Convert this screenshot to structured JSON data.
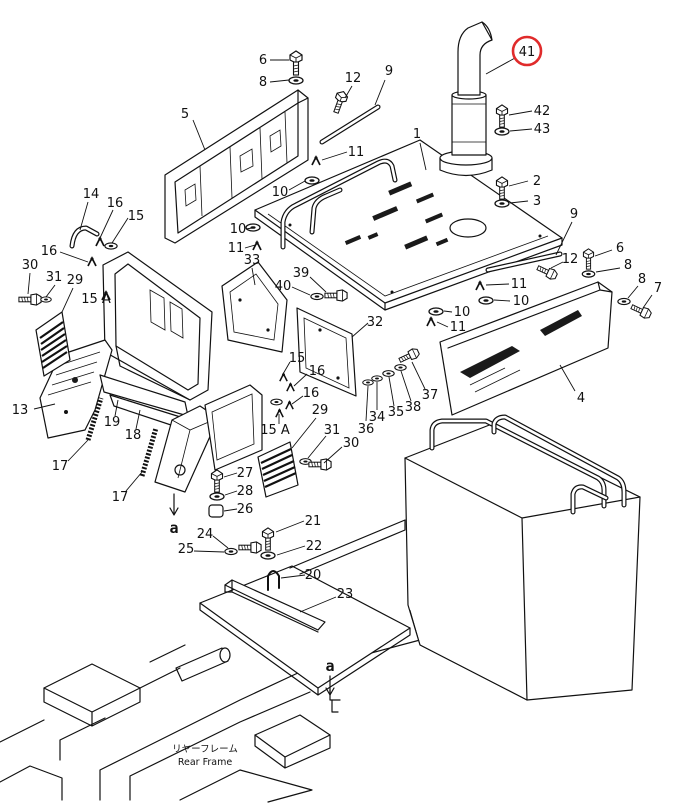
{
  "diagram": {
    "callouts": [
      "6",
      "8",
      "12",
      "9",
      "5",
      "1",
      "41",
      "42",
      "43",
      "11",
      "10",
      "2",
      "3",
      "14",
      "16",
      "15",
      "10",
      "11",
      "9",
      "16",
      "30",
      "31",
      "29",
      "15 A",
      "33",
      "39",
      "40",
      "6",
      "12",
      "8",
      "11",
      "8",
      "7",
      "10",
      "10",
      "11",
      "32",
      "15",
      "16",
      "16",
      "4",
      "13",
      "19",
      "18",
      "15 A",
      "29",
      "31",
      "30",
      "36",
      "34",
      "35",
      "38",
      "37",
      "17",
      "17",
      "27",
      "28",
      "26",
      "24",
      "21",
      "22",
      "25",
      "20",
      "23"
    ],
    "markers": [
      "a",
      "a"
    ],
    "frame_label": {
      "jp": "リヤーフレーム",
      "en": "Rear Frame"
    },
    "highlight": {
      "color": "#e02b2b"
    }
  }
}
